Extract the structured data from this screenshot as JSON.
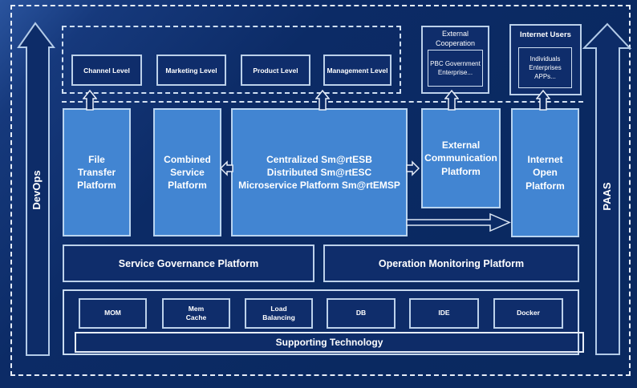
{
  "colors": {
    "background": "#0b2a64",
    "platform_fill": "#4285d2",
    "dark_box_fill": "#0f2d6b",
    "line_light": "#e6edf8",
    "text": "#ffffff"
  },
  "side_rails": {
    "left_label": "DevOps",
    "right_label": "PAAS"
  },
  "levels_row": {
    "items": [
      "Channel Level",
      "Marketing Level",
      "Product Level",
      "Management Level"
    ]
  },
  "external_cooperation": {
    "title": "External\nCooperation",
    "member": "PBC Government\nEnterprise..."
  },
  "internet_users": {
    "title": "Internet Users",
    "member": "Individuals\nEnterprises\nAPPs..."
  },
  "platforms": {
    "file_transfer": "File\nTransfer\nPlatform",
    "combined_service": "Combined\nService\nPlatform",
    "esb": "Centralized Sm@rtESB\nDistributed Sm@rtESC\nMicroservice Platform Sm@rtEMSP",
    "external_communication": "External\nCommunication\nPlatform",
    "internet_open": "Internet\nOpen\nPlatform"
  },
  "governance_row": {
    "service_governance": "Service Governance Platform",
    "operation_monitoring": "Operation Monitoring Platform"
  },
  "supporting": {
    "title": "Supporting Technology",
    "technologies": [
      "MOM",
      "Mem\nCache",
      "Load\nBalancing",
      "DB",
      "IDE",
      "Docker"
    ]
  }
}
